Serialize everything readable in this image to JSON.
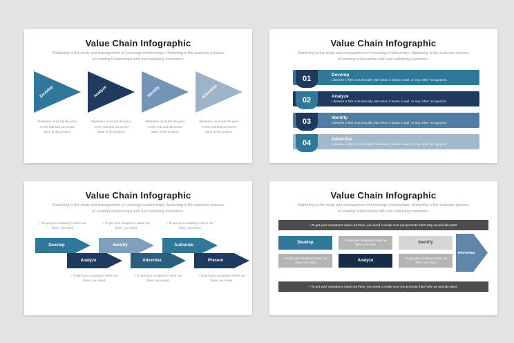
{
  "page": {
    "background": "#e3e3e3"
  },
  "slide_common": {
    "title": "Value Chain Infographic",
    "subtitle": "Marketing is the study and management of exchange relationships. Marketing is the business process of creating relationships with and satisfying customers."
  },
  "slide1": {
    "steps": [
      {
        "label": "Develop",
        "color": "#30789a",
        "desc": "Marketers must link the price to the real and perceived value of the product."
      },
      {
        "label": "Analyze",
        "color": "#1f3a5f",
        "desc": "Marketers must link the price to the real and perceived value of the product."
      },
      {
        "label": "Identify",
        "color": "#7493b5",
        "desc": "Marketers must link the price to the real and perceived value of the product."
      },
      {
        "label": "Advertise",
        "color": "#9db3c8",
        "desc": "Marketers must link the price to the real and perceived value of the product."
      }
    ]
  },
  "slide2": {
    "rows": [
      {
        "num": "01",
        "title": "Develop",
        "desc": "Likewise a fish is technically fast when it bears a waif, or any other recognized.",
        "bar": "#30789a",
        "badge": "#1f3a5f"
      },
      {
        "num": "02",
        "title": "Analyze",
        "desc": "Likewise a fish is technically fast when it bears a waif, or any other recognized.",
        "bar": "#1f3a5f",
        "badge": "#30789a"
      },
      {
        "num": "03",
        "title": "Identify",
        "desc": "Likewise a fish is technically fast when it bears a waif, or any other recognized.",
        "bar": "#4f7da3",
        "badge": "#1f3a5f"
      },
      {
        "num": "04",
        "title": "Advertise",
        "desc": "Likewise a fish is technically fast when it bears a waif, or any other recognized.",
        "bar": "#a3b8ca",
        "badge": "#30789a"
      }
    ]
  },
  "slide3": {
    "notes": [
      "•  To get your company's name out there, you need.",
      "•  To get your company's name out there, you need.",
      "•  To get your company's name out there, you need.",
      "•  To get your company's name out there, you need.",
      "•  To get your company's name out there, you need.",
      "•  To get your company's name out there, you need."
    ],
    "arrows": [
      {
        "label": "Develop",
        "color": "#30789a"
      },
      {
        "label": "Analyze",
        "color": "#1f3a5f"
      },
      {
        "label": "Identify",
        "color": "#7f9fbd"
      },
      {
        "label": "Advertise",
        "color": "#2b5d7d"
      },
      {
        "label": "Authorize",
        "color": "#30789a"
      },
      {
        "label": "Present",
        "color": "#1f3a5f"
      }
    ]
  },
  "slide4": {
    "top_bar": "•  To get your company's name out there, you need to make sure you promote that's why we provide point.",
    "bottom_bar": "•  To get your company's name out there, you need to make sure you promote that's why we provide point.",
    "boxes": {
      "develop": {
        "label": "Develop",
        "color": "#30789a"
      },
      "identify": {
        "label": "Identify",
        "color": "#d6d6d6",
        "text_color": "#4a4a4a"
      },
      "analyze": {
        "label": "Analyze",
        "color": "#172c49"
      }
    },
    "notes": [
      "•  To get your company's name out there, you need",
      "•  To get your company's name out there, you need",
      "•  To get your company's name out there, you need",
      "•  To get your company's name out there, you need"
    ],
    "arrow": {
      "label": "Advertise",
      "color": "#5d86a9"
    }
  }
}
